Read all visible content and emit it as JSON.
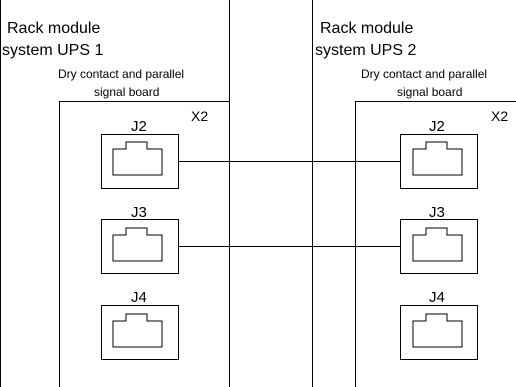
{
  "modules": [
    {
      "title_line1": "Rack module",
      "title_line2": "system UPS 1",
      "board_line1": "Dry contact and parallel",
      "board_line2": "signal board",
      "board_tag": "X2",
      "ports": [
        "J2",
        "J3",
        "J4"
      ]
    },
    {
      "title_line1": "Rack module",
      "title_line2": "system UPS 2",
      "board_line1": "Dry contact and parallel",
      "board_line2": "signal board",
      "board_tag": "X2",
      "ports": [
        "J2",
        "J3",
        "J4"
      ]
    }
  ],
  "connections": [
    {
      "from": "UPS 1 J2",
      "to": "UPS 2 J2"
    },
    {
      "from": "UPS 1 J3",
      "to": "UPS 2 J3"
    }
  ]
}
